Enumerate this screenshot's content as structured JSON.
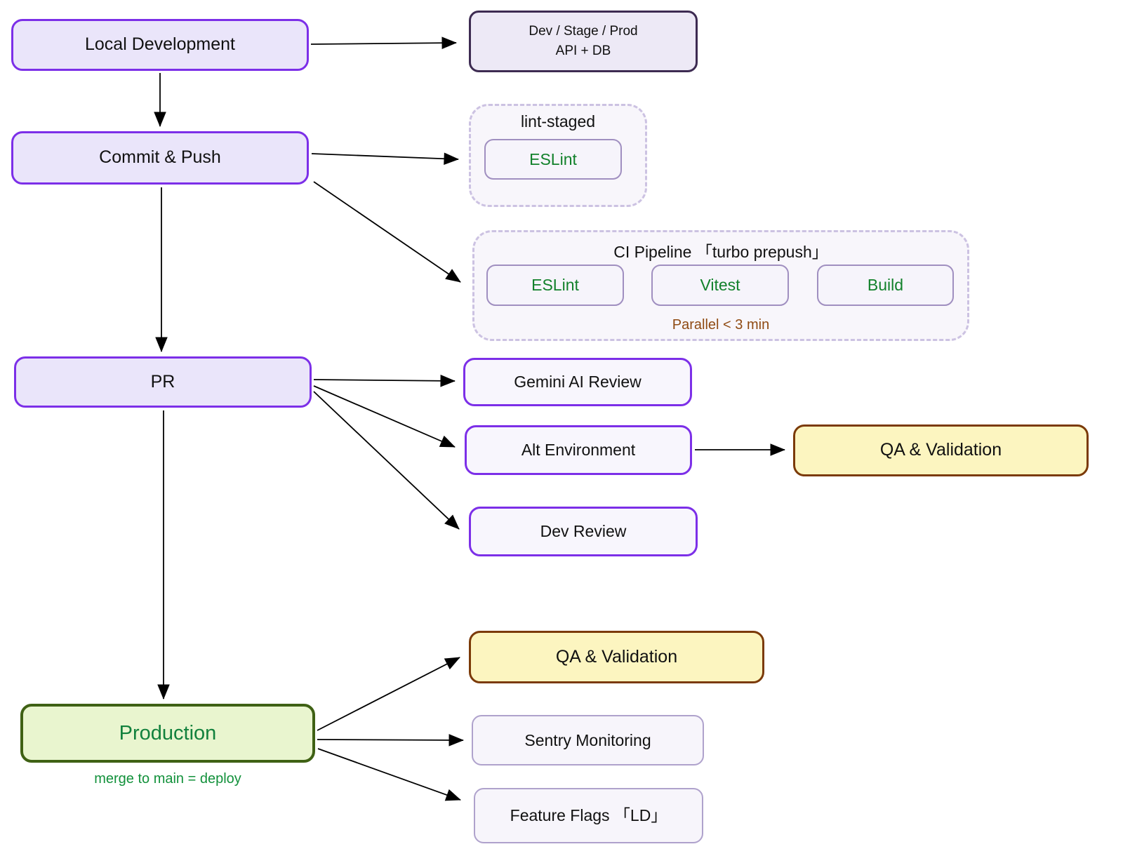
{
  "diagram": {
    "nodes": {
      "local_dev": {
        "label": "Local Development"
      },
      "env_api_db": {
        "line1": "Dev / Stage / Prod",
        "line2": "API + DB"
      },
      "commit_push": {
        "label": "Commit & Push"
      },
      "lint_staged": {
        "label": "lint-staged",
        "eslint": "ESLint"
      },
      "ci_pipeline": {
        "label": "CI Pipeline 「turbo prepush」",
        "jobs": [
          "ESLint",
          "Vitest",
          "Build"
        ],
        "note": "Parallel < 3 min"
      },
      "pr": {
        "label": "PR"
      },
      "gemini_review": {
        "label": "Gemini AI Review"
      },
      "alt_environment": {
        "label": "Alt Environment"
      },
      "qa_validation_mid": {
        "label": "QA & Validation"
      },
      "dev_review": {
        "label": "Dev Review"
      },
      "qa_validation_bottom": {
        "label": "QA & Validation"
      },
      "production": {
        "label": "Production",
        "note": "merge to main = deploy"
      },
      "sentry": {
        "label": "Sentry Monitoring"
      },
      "feature_flags": {
        "label": "Feature Flags 「LD」"
      }
    },
    "colors": {
      "purple_border": "#7C2FE8",
      "lavender_fill": "#EAE5FA",
      "white_fill": "#F8F6FD",
      "muted_border": "#AFA2CC",
      "jobbox_border": "#A08FC0",
      "cluster_border": "#CCC2E2",
      "cluster_fill": "#F8F6FB",
      "dark_border": "#3D2B52",
      "dark_fill": "#EDE9F6",
      "qa_fill": "#FCF5C0",
      "qa_border": "#7B3A08",
      "production_fill": "#E9F5CF",
      "production_border": "#3F6114",
      "green_text": "#12812B",
      "brown_text": "#8F4A12",
      "arrow": "#000000"
    }
  }
}
